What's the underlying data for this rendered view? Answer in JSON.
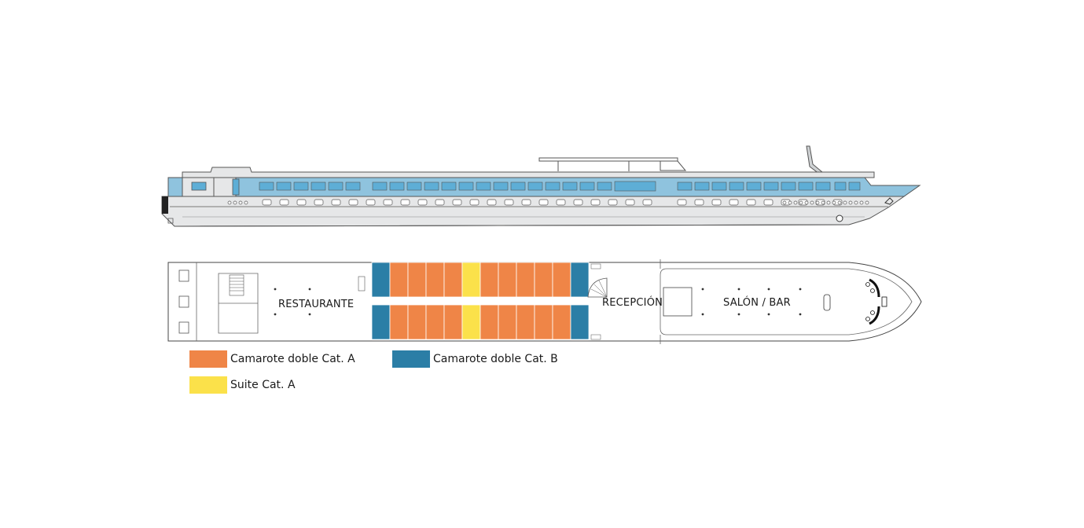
{
  "deck": {
    "rooms": {
      "restaurant": "RESTAURANTE",
      "reception": "RECEPCIÓN",
      "lounge": "SALÓN / BAR"
    },
    "cabin_rows": [
      [
        "cat_b",
        "cat_a",
        "cat_a",
        "cat_a",
        "cat_a",
        "suite",
        "cat_a",
        "cat_a",
        "cat_a",
        "cat_a",
        "cat_a",
        "cat_b"
      ],
      [
        "cat_b",
        "cat_a",
        "cat_a",
        "cat_a",
        "cat_a",
        "suite",
        "cat_a",
        "cat_a",
        "cat_a",
        "cat_a",
        "cat_a",
        "cat_b"
      ]
    ]
  },
  "colors": {
    "cat_a": "#ef8547",
    "cat_b": "#2b7ea6",
    "suite": "#fbe14a",
    "hull_blue": "#8fc3de",
    "window_blue": "#5eaed6",
    "hull_grey": "#e6e7e8",
    "outline": "#555555"
  },
  "legend": [
    {
      "key": "cat_a",
      "label": "Camarote doble Cat. A"
    },
    {
      "key": "cat_b",
      "label": "Camarote doble Cat. B"
    },
    {
      "key": "suite",
      "label": "Suite Cat. A"
    }
  ]
}
